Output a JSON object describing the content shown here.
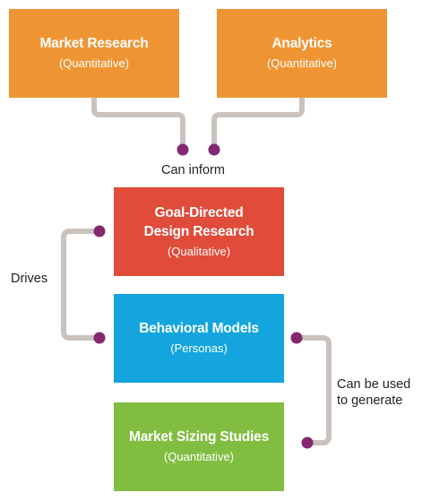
{
  "boxes": {
    "market_research": {
      "title": "Market Research",
      "subtitle": "(Quantitative)",
      "color": "#ef9433"
    },
    "analytics": {
      "title": "Analytics",
      "subtitle": "(Quantitative)",
      "color": "#ef9433"
    },
    "goal_directed": {
      "title_line1": "Goal-Directed",
      "title_line2": "Design Research",
      "subtitle": "(Qualitative)",
      "color": "#e04b3a"
    },
    "behavioral_models": {
      "title": "Behavioral Models",
      "subtitle": "(Personas)",
      "color": "#14a5de"
    },
    "market_sizing": {
      "title": "Market Sizing Studies",
      "subtitle": "(Quantitative)",
      "color": "#80bd41"
    }
  },
  "labels": {
    "can_inform": "Can inform",
    "drives": "Drives",
    "can_be_used_line1": "Can be used",
    "can_be_used_line2": "to generate"
  },
  "connector": {
    "line_color": "#c9c2bd",
    "dot_color": "#84286f"
  }
}
